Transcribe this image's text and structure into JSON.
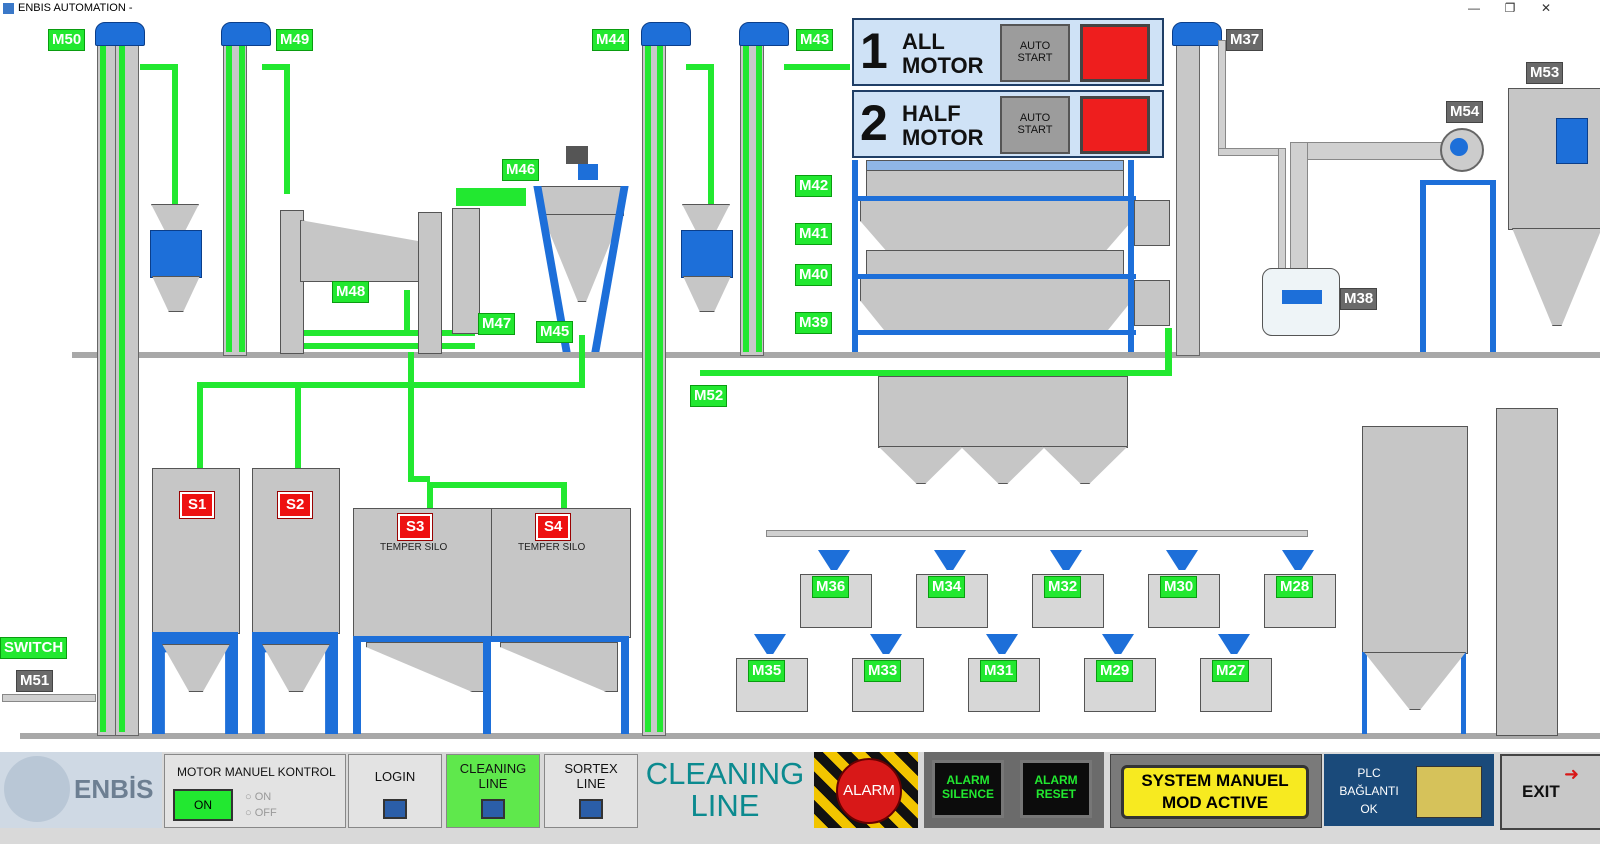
{
  "window": {
    "title": "ENBIS AUTOMATION -",
    "min": "—",
    "restore": "❐",
    "close": "✕"
  },
  "colors": {
    "motor_on": "#22e830",
    "structure": "#1d6fd9",
    "alarm": "#ee1e1e"
  },
  "tags": {
    "M50": "M50",
    "M49": "M49",
    "M44": "M44",
    "M43": "M43",
    "M37": "M37",
    "M53": "M53",
    "M54": "M54",
    "M46": "M46",
    "M42": "M42",
    "M41": "M41",
    "M40": "M40",
    "M39": "M39",
    "M48": "M48",
    "M47": "M47",
    "M45": "M45",
    "M38": "M38",
    "M52": "M52",
    "M51": "M51",
    "switch": "SWITCH",
    "M36": "M36",
    "M34": "M34",
    "M32": "M32",
    "M30": "M30",
    "M28": "M28",
    "M35": "M35",
    "M33": "M33",
    "M31": "M31",
    "M29": "M29",
    "M27": "M27"
  },
  "silos": {
    "S1": "S1",
    "S2": "S2",
    "S3": "S3",
    "S4": "S4",
    "temper3": "TEMPER SILO",
    "temper4": "TEMPER SILO"
  },
  "motor_panel": {
    "all_num": "1",
    "all_label_1": "ALL",
    "all_label_2": "MOTOR",
    "half_num": "2",
    "half_label_1": "HALF",
    "half_label_2": "MOTOR",
    "auto_1": "AUTO",
    "auto_2": "START"
  },
  "bottom": {
    "logo": "ENBİS",
    "manual_title": "MOTOR MANUEL KONTROL",
    "on_button": "ON",
    "radio_on": "ON",
    "radio_off": "OFF",
    "login": "LOGIN",
    "cleaning_1": "CLEANING",
    "cleaning_2": "LINE",
    "sortex_1": "SORTEX",
    "sortex_2": "LINE",
    "big_1": "CLEANING",
    "big_2": "LINE",
    "alarm": "ALARM",
    "alarm_silence_1": "ALARM",
    "alarm_silence_2": "SILENCE",
    "alarm_reset_1": "ALARM",
    "alarm_reset_2": "RESET",
    "system_1": "SYSTEM MANUEL",
    "system_2": "MOD ACTIVE",
    "plc_1": "PLC",
    "plc_2": "BAĞLANTI",
    "plc_3": "OK",
    "exit": "EXIT"
  }
}
